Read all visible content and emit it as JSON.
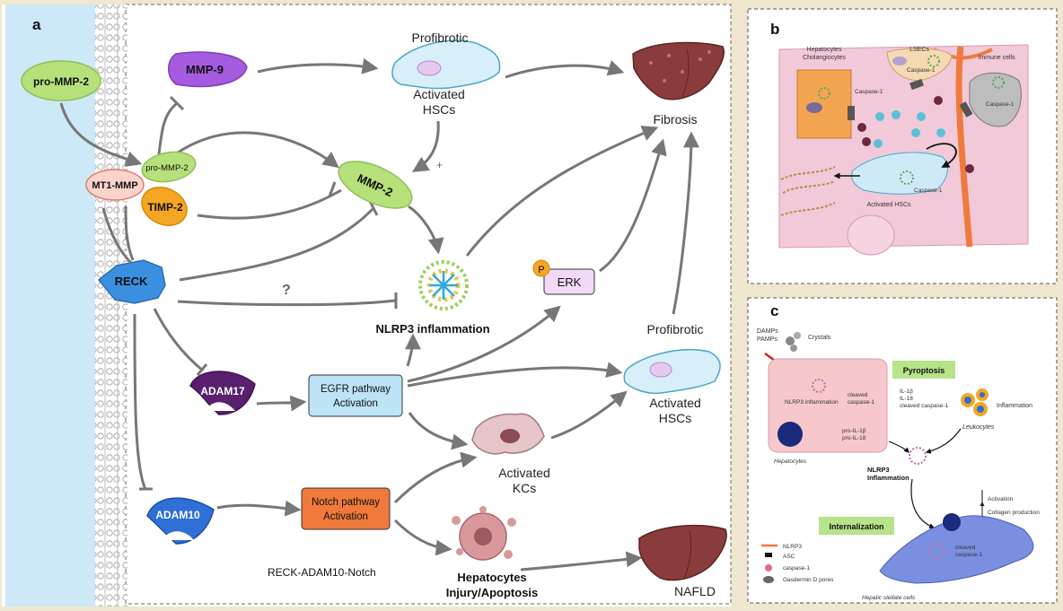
{
  "panel_a": {
    "letter": "a",
    "nodes": {
      "pro_mmp2_outer": "pro-MMP-2",
      "mmp9": "MMP-9",
      "pro_mmp2_inner": "pro-MMP-2",
      "mt1mmp": "MT1-MMP",
      "timp2": "TIMP-2",
      "mmp2": "MMP-2",
      "reck": "RECK",
      "adam17": "ADAM17",
      "adam10": "ADAM10",
      "egfr": [
        "EGFR pathway",
        "Activation"
      ],
      "notch": [
        "Notch pathway",
        "Activation"
      ],
      "erk": "ERK",
      "p": "P",
      "question": "?",
      "plus": "+"
    },
    "labels": {
      "profibrotic_top": "Profibrotic",
      "activated_hscs_top": [
        "Activated",
        "HSCs"
      ],
      "fibrosis": "Fibrosis",
      "nlrp3": "NLRP3 inflammation",
      "profibrotic_right": "Profibrotic",
      "activated_hscs_right": [
        "Activated",
        "HSCs"
      ],
      "activated_kcs": [
        "Activated",
        "KCs"
      ],
      "hepatocytes": [
        "Hepatocytes",
        "Injury/Apoptosis"
      ],
      "nafld": "NAFLD",
      "reck_adam10_notch": "RECK-ADAM10-Notch"
    }
  },
  "panel_b": {
    "letter": "b",
    "labels": {
      "hepatocytes": [
        "Hepatocytes",
        "Cholangiocytes"
      ],
      "lsecs": "LSECs",
      "immune": "Immune cells",
      "caspase1_a": "Caspase-1",
      "caspase1_b": "Caspase-1",
      "caspase1_c": "Caspase-1",
      "caspase1_d": "Caspase-1",
      "activated_hscs": "Activated HSCs"
    }
  },
  "panel_c": {
    "letter": "c",
    "labels": {
      "damps": [
        "DAMPs",
        "PAMPs"
      ],
      "crystals": "Crystals",
      "pyroptosis": "Pyroptosis",
      "nlrp3_inflam": "NLRP3 inflammation",
      "cleaved_caspase": [
        "cleaved",
        "caspase-1"
      ],
      "il_list": [
        "IL-1β",
        "IL-18",
        "cleaved caspase-1"
      ],
      "pro_il": [
        "pro-IL-1β",
        "pro-IL-18"
      ],
      "inflammation": "Inflammation",
      "leukocytes": "Leukocytes",
      "hepatocytes": "Hepatocytes",
      "nlrp3_inflammation": [
        "NLRP3",
        "Inflammation"
      ],
      "activation": "Activation",
      "collagen": "Collagen production",
      "internalization": "Internalization",
      "cleaved_caspase_hsc": [
        "cleaved",
        "caspase-1"
      ],
      "hsc": "Hepatic stellate cells",
      "legend": [
        "NLRP3",
        "ASC",
        "caspase-1",
        "Gasdermin D pores"
      ]
    }
  },
  "colors": {
    "membrane_blue": "#cde8f6",
    "green_node": "#b6e07a",
    "purple_node": "#a45be0",
    "orange_node": "#f5a623",
    "reck_blue": "#3b8fe0",
    "adam17": "#5a1f6e",
    "adam10": "#2f6fd8",
    "egfr_box": "#bde3f7",
    "notch_box": "#f07a3c",
    "erk_box": "#f1d9f7",
    "liver": "#8a3c3c",
    "pink_tissue": "#f2c9d9",
    "label_green": "#b7e38a"
  }
}
